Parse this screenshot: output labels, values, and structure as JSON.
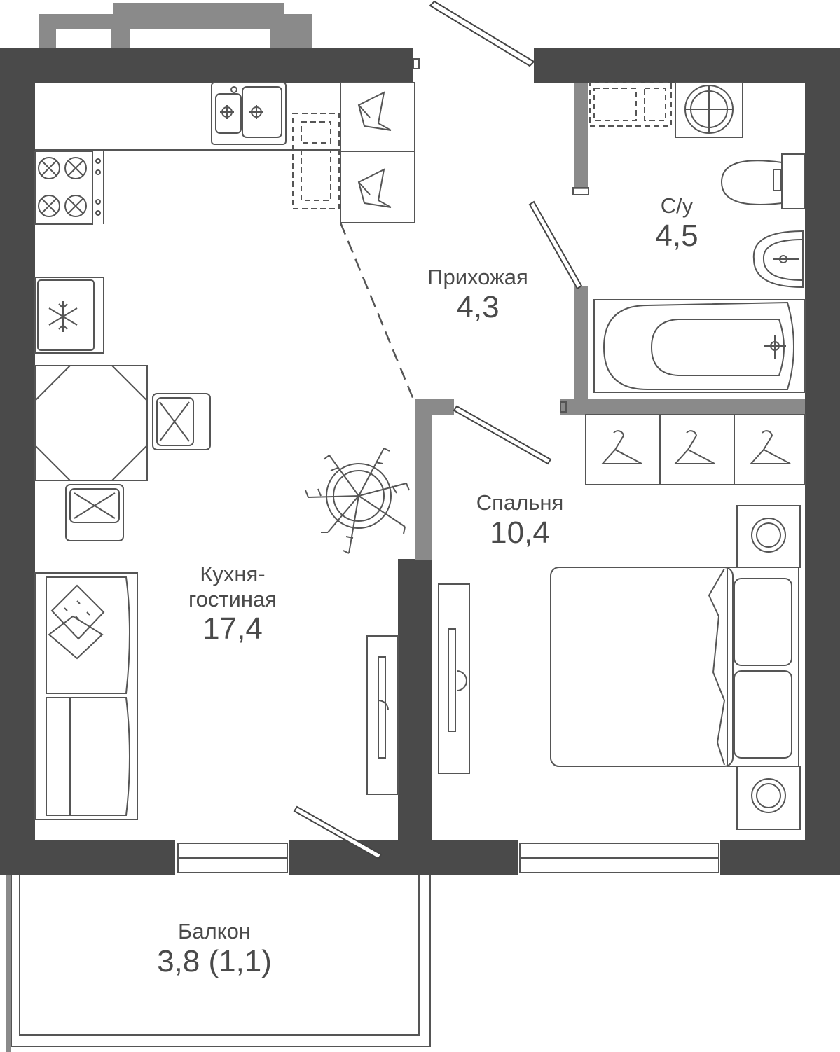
{
  "rooms": {
    "kitchen_living": {
      "name_line1": "Кухня-",
      "name_line2": "гостиная",
      "area": "17,4"
    },
    "hallway": {
      "name": "Прихожая",
      "area": "4,3"
    },
    "bathroom": {
      "name": "С/у",
      "area": "4,5"
    },
    "bedroom": {
      "name": "Спальня",
      "area": "10,4"
    },
    "balcony": {
      "name": "Балкон",
      "area": "3,8 (1,1)"
    }
  },
  "colors": {
    "wall": "#4a4a4a",
    "partition": "#8a8a8a",
    "line": "#555555",
    "text": "#4a4a4a",
    "background": "#ffffff"
  },
  "icons": [
    "sink-icon",
    "stove-icon",
    "refrigerator-icon",
    "wardrobe-icon",
    "dining-table-icon",
    "chair-icon",
    "plant-icon",
    "sofa-icon",
    "tv-icon",
    "bed-icon",
    "nightstand-icon",
    "toilet-icon",
    "washbasin-icon",
    "bathtub-icon",
    "washing-machine-icon",
    "door-icon",
    "window-icon"
  ]
}
